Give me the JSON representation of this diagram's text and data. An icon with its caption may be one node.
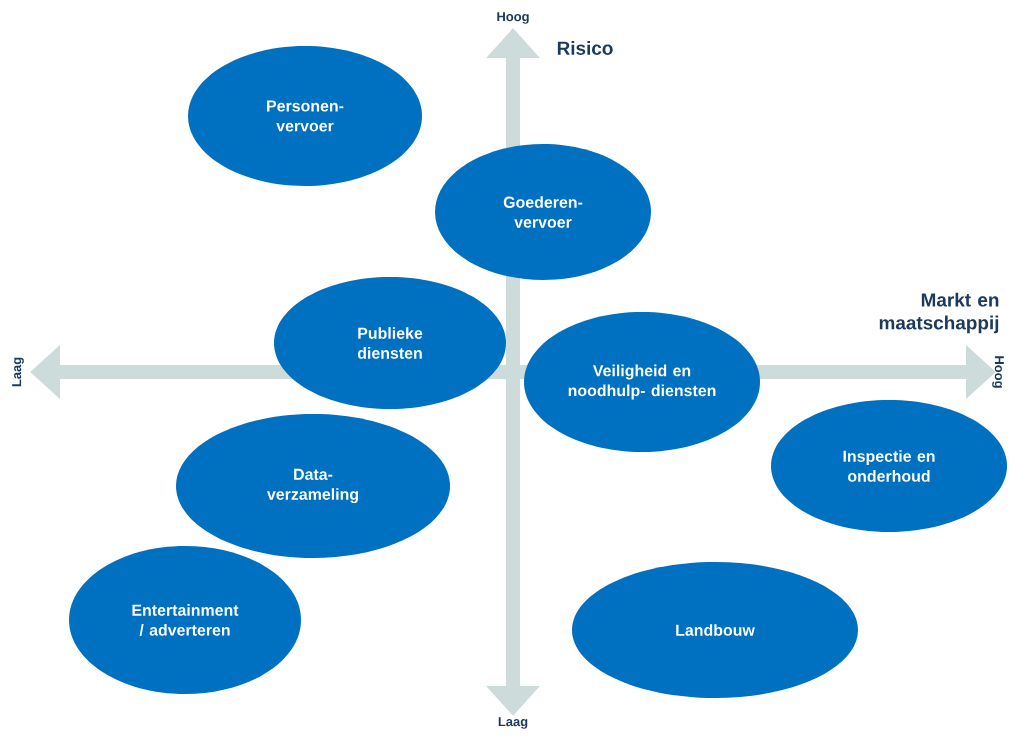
{
  "diagram": {
    "nodes": [
      {
        "text": [
          "Personen- vervoer"
        ]
      },
      {
        "text": [
          "Goederen- vervoer"
        ]
      },
      {
        "text": [
          "Publieke diensten"
        ]
      },
      {
        "text": [
          "Veiligheid en noodhulp- diensten"
        ]
      },
      {
        "text": [
          "Inspectie en onderhoud"
        ]
      },
      {
        "text": [
          "Data- verzameling"
        ]
      },
      {
        "text": [
          "Entertainment / adverteren"
        ]
      },
      {
        "text": [
          "Landbouw"
        ]
      }
    ],
    "labels": [
      "Hoog",
      "Risico",
      "Markt en maatschappij",
      "Laag",
      "Hoog",
      "Laag"
    ]
  }
}
